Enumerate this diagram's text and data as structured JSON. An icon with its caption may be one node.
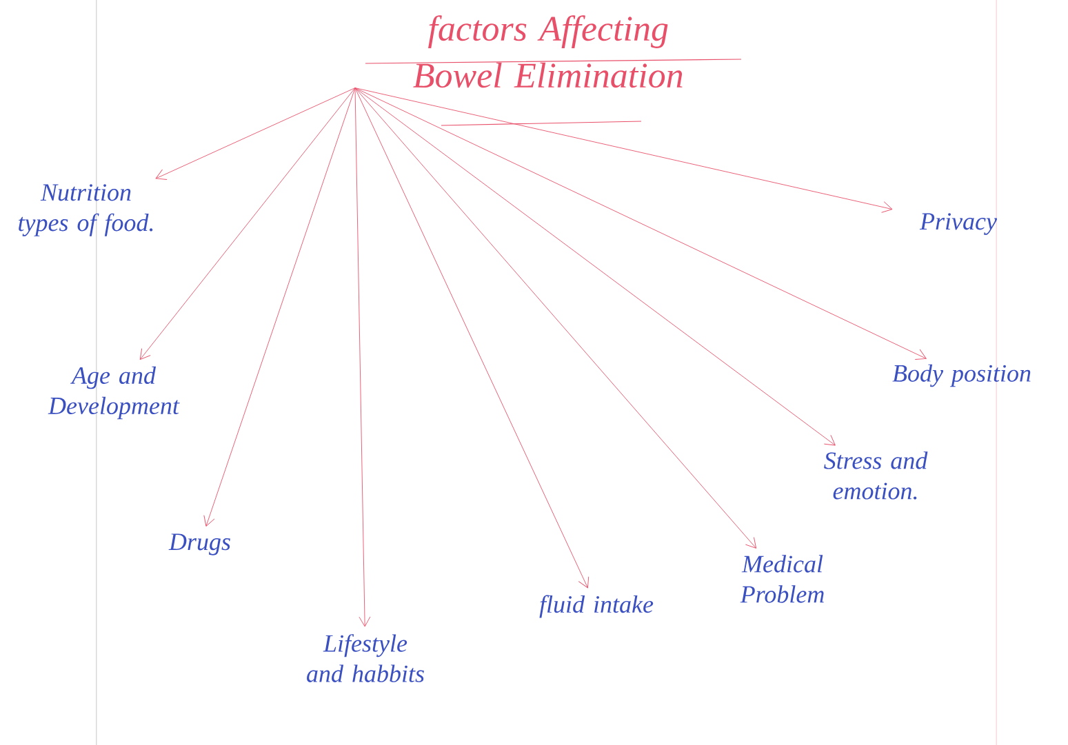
{
  "diagram": {
    "nodes": [
      {
        "text": [
          "factors Affecting Bowel Elimination"
        ]
      },
      {
        "text": [
          "Nutrition types of food."
        ]
      },
      {
        "text": [
          "Age and Development"
        ]
      },
      {
        "text": [
          "Drugs"
        ]
      },
      {
        "text": [
          "Lifestyle and habbits"
        ]
      },
      {
        "text": [
          "fluid intake"
        ]
      },
      {
        "text": [
          "Medical Problem"
        ]
      },
      {
        "text": [
          "Stress and emotion."
        ]
      },
      {
        "text": [
          "Body position"
        ]
      },
      {
        "text": [
          "Privacy"
        ]
      }
    ],
    "edges": [
      {
        "from": 0,
        "to": 1,
        "arrow": "to"
      },
      {
        "from": 0,
        "to": 2,
        "arrow": "to"
      },
      {
        "from": 0,
        "to": 3,
        "arrow": "to"
      },
      {
        "from": 0,
        "to": 4,
        "arrow": "to"
      },
      {
        "from": 0,
        "to": 5,
        "arrow": "to"
      },
      {
        "from": 0,
        "to": 6,
        "arrow": "to"
      },
      {
        "from": 0,
        "to": 7,
        "arrow": "to"
      },
      {
        "from": 0,
        "to": 8,
        "arrow": "to"
      },
      {
        "from": 0,
        "to": 9,
        "arrow": "to"
      }
    ]
  }
}
